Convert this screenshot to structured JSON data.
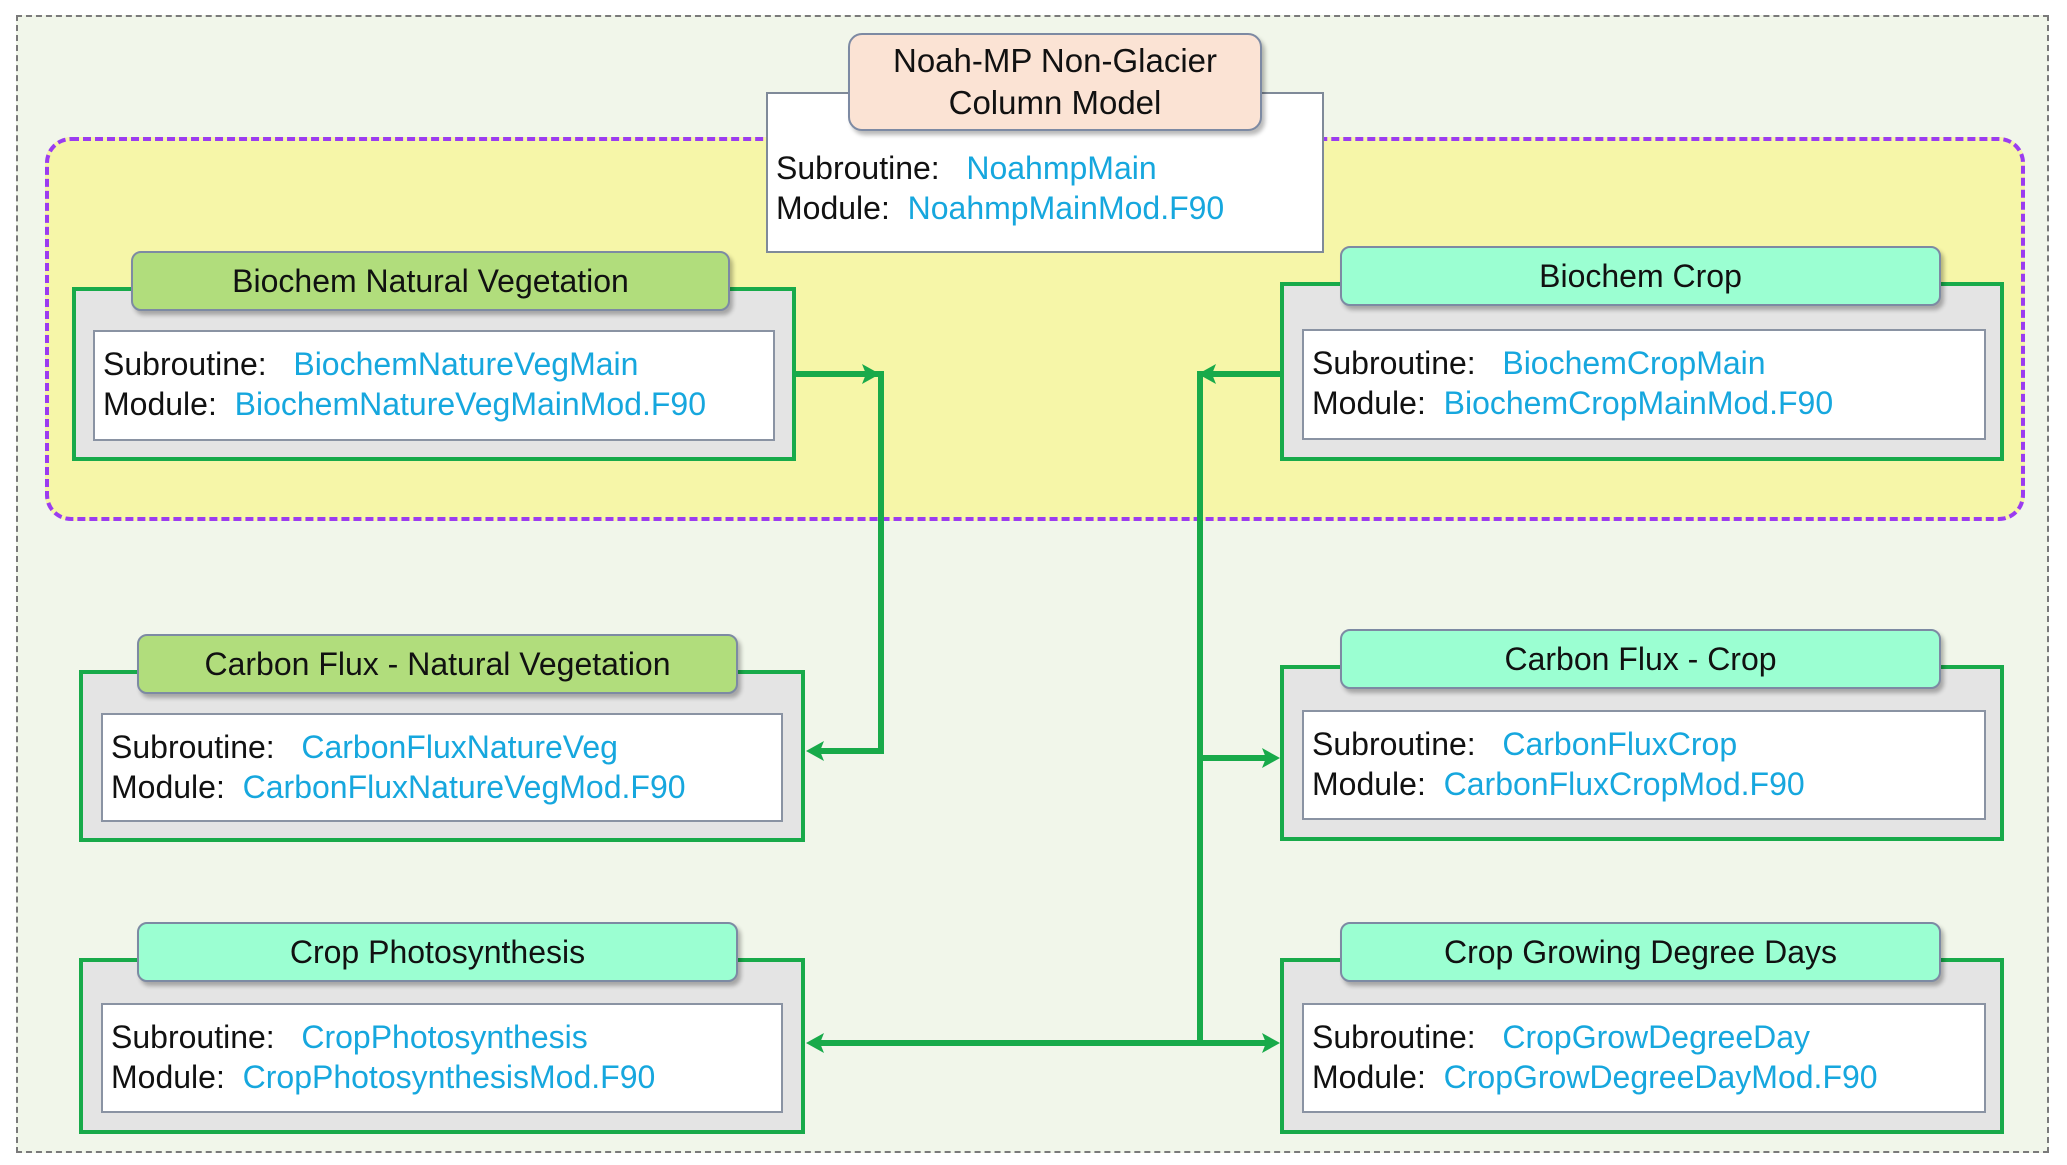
{
  "top_module": {
    "title_line1": "Noah-MP Non-Glacier",
    "title_line2": "Column Model",
    "subroutine_label": "Subroutine:",
    "subroutine": "NoahmpMain",
    "module_label": "Module:",
    "module": "NoahmpMainMod.F90"
  },
  "modules": [
    {
      "title": "Biochem Natural Vegetation",
      "subroutine_label": "Subroutine:",
      "subroutine": "BiochemNatureVegMain",
      "module_label": "Module:",
      "module": "BiochemNatureVegMainMod.F90"
    },
    {
      "title": "Biochem Crop",
      "subroutine_label": "Subroutine:",
      "subroutine": "BiochemCropMain",
      "module_label": "Module:",
      "module": "BiochemCropMainMod.F90"
    },
    {
      "title": "Carbon Flux - Natural Vegetation",
      "subroutine_label": "Subroutine:",
      "subroutine": "CarbonFluxNatureVeg",
      "module_label": "Module:",
      "module": "CarbonFluxNatureVegMod.F90"
    },
    {
      "title": "Carbon Flux - Crop",
      "subroutine_label": "Subroutine:",
      "subroutine": "CarbonFluxCrop",
      "module_label": "Module:",
      "module": "CarbonFluxCropMod.F90"
    },
    {
      "title": "Crop Photosynthesis",
      "subroutine_label": "Subroutine:",
      "subroutine": "CropPhotosynthesis",
      "module_label": "Module:",
      "module": "CropPhotosynthesisMod.F90"
    },
    {
      "title": "Crop Growing Degree Days",
      "subroutine_label": "Subroutine:",
      "subroutine": "CropGrowDegreeDay",
      "module_label": "Module:",
      "module": "CropGrowDegreeDayMod.F90"
    }
  ],
  "colors": {
    "outer_background": "#f1f6ea",
    "main_zone_fill": "#f6f6a8",
    "main_zone_border": "#9b3cf0",
    "top_header_fill": "#fbe3d4",
    "natural_vegetation_header": "#b1dd7c",
    "crop_header": "#9bffd2",
    "module_border": "#18aa4a",
    "arrow": "#18aa4a",
    "name_text": "#16a7de"
  }
}
